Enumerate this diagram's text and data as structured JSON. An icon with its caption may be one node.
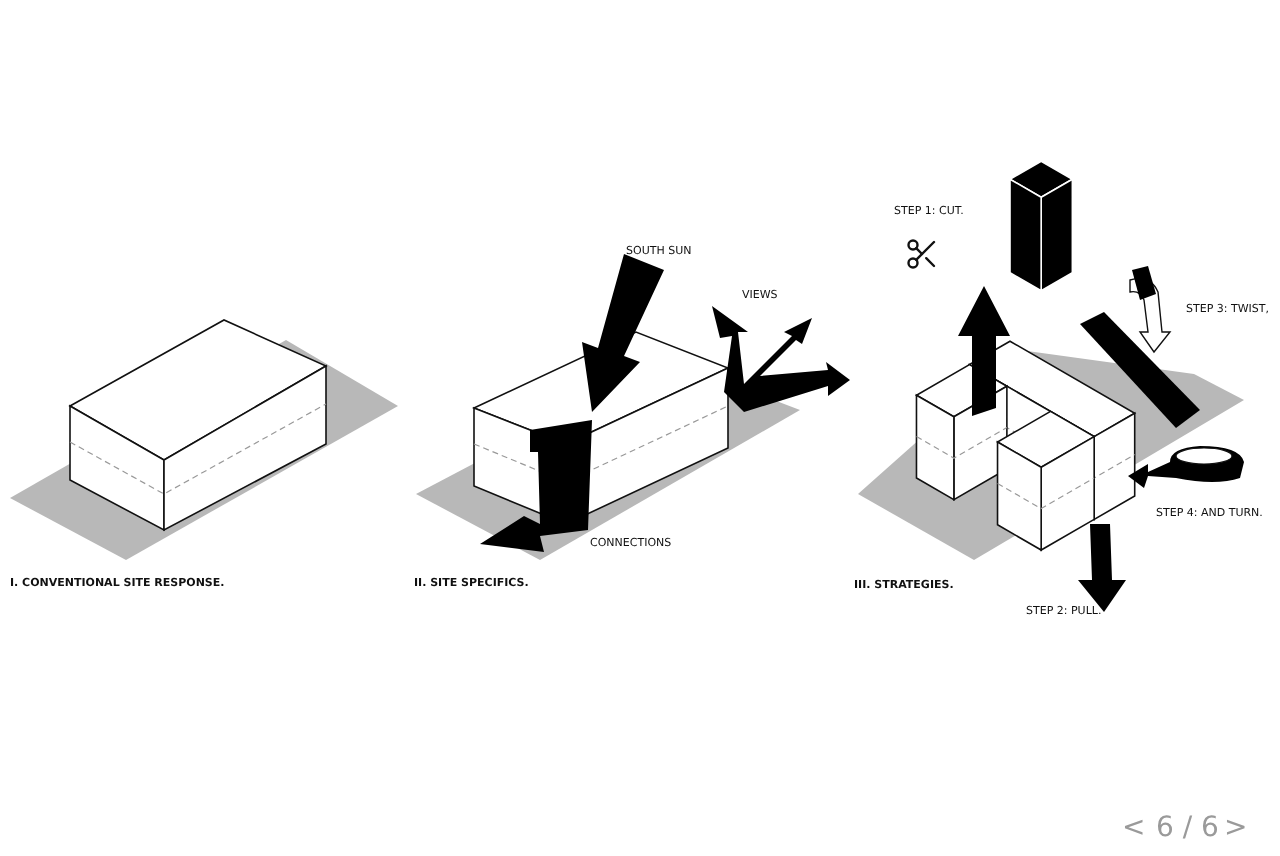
{
  "diagram": {
    "labels": [
      "STEP 1: CUT.",
      "SOUTH SUN",
      "VIEWS",
      "STEP 3: TWIST,",
      "STEP 4: AND TURN.",
      "CONNECTIONS",
      "I. CONVENTIONAL SITE RESPONSE.",
      "II. SITE SPECIFICS.",
      "III. STRATEGIES.",
      "STEP 2: PULL.",
      "<",
      "6 / 6",
      ">"
    ]
  }
}
